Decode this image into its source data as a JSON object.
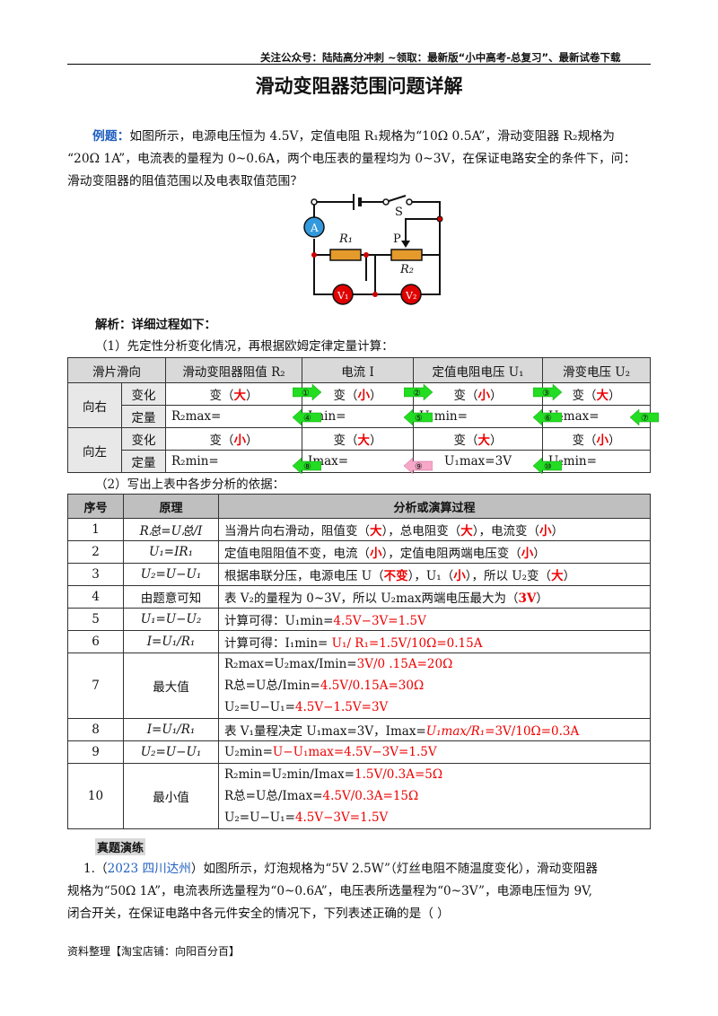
{
  "header": "关注公众号：陆陆高分冲刺  ~领取：最新版“小中高考-总复习”、最新试卷下载",
  "title": "滑动变阻器范围问题详解",
  "example": {
    "label": "例题：",
    "line1": "如图所示，电源电压恒为 4.5V，定值电阻 R₁规格为“10Ω  0.5A”，滑动变阻器 R₂规格为",
    "line2": "“20Ω  1A”，电流表的量程为 0~0.6A，两个电压表的量程均为 0~3V，在保证电路安全的条件下，问：",
    "line3": "滑动变阻器的阻值范围以及电表取值范围？"
  },
  "circuit": {
    "s": "S",
    "a": "A",
    "r1": "R₁",
    "p": "P",
    "r2": "R₂",
    "v1": "V₁",
    "v2": "V₂"
  },
  "analysis": {
    "label": "解析：详细过程如下：",
    "step1": "（1）先定性分析变化情况，再根据欧姆定律定量计算：",
    "step2": "（2）写出上表中各步分析的依据："
  },
  "table1": {
    "headers": [
      "滑片滑向",
      "滑动变阻器阻值 R₂",
      "电流 I",
      "定值电阻电压 U₁",
      "滑变电压 U₂"
    ],
    "right": "向右",
    "left": "向左",
    "change": "变化",
    "fixed": "定量",
    "bian": "变（",
    "close": "）",
    "big": "大",
    "small": "小",
    "r2max": "R₂max=",
    "imin": "Imin=",
    "u1min": "U₁min=",
    "u2max": "U₂max=",
    "r2min": "R₂min=",
    "imax": "Imax=",
    "u1max": "U₁max=3V",
    "u2min": "U₂min=",
    "arrows": [
      "①",
      "②",
      "③",
      "④",
      "⑤",
      "⑥",
      "⑦",
      "⑧",
      "⑨",
      "⑩"
    ]
  },
  "table2": {
    "headers": [
      "序号",
      "原理",
      "分析或演算过程"
    ],
    "rows": [
      {
        "no": "1",
        "principle": "R总=U总/I",
        "text1": "当滑片向右滑动，阻值变（",
        "r1": "大",
        "text2": "），总电阻变（",
        "r2": "大",
        "text3": "），电流变（",
        "r3": "小",
        "text4": "）"
      },
      {
        "no": "2",
        "principle": "U₁=IR₁",
        "text1": "定值电阻阻值不变，电流（",
        "r1": "小",
        "text2": "），定值电阻两端电压变（",
        "r2": "小",
        "text3": "）"
      },
      {
        "no": "3",
        "principle": "U₂=U−U₁",
        "text1": "根据串联分压，电源电压 U（",
        "r1": "不变",
        "text2": "），U₁（",
        "r2": "小",
        "text3": "），所以 U₂变（",
        "r3": "大",
        "text4": "）"
      },
      {
        "no": "4",
        "principle": "由题意可知",
        "text1": "表 V₂的量程为 0~3V，所以 U₂max两端电压最大为（",
        "r1": "3V",
        "text2": "）"
      },
      {
        "no": "5",
        "principle": "U₁=U−U₂",
        "text1": "计算可得：U₁min=",
        "r1": "4.5V−3V=1.5V"
      },
      {
        "no": "6",
        "principle": "I=U₁/R₁",
        "text1": "计算可得：I₁min= ",
        "r1": "U₁/ R₁=1.5V/10Ω=0.15A"
      },
      {
        "no": "7",
        "principle": "最大值",
        "lines": [
          {
            "a": "R₂max=U₂max/Imin=",
            "b": "3V/0  .15A=20Ω"
          },
          {
            "a": "R总=U总/Imin=",
            "b": "4.5V/0.15A=30Ω"
          },
          {
            "a": "U₂=U−U₁=",
            "b": "4.5V−1.5V=3V"
          }
        ]
      },
      {
        "no": "8",
        "principle": "I=U₁/R₁",
        "text1": "表 V₁量程决定 U₁max=3V，Imax=",
        "r1": "U₁max/R₁",
        "text2": "=3V/10Ω=0.3A"
      },
      {
        "no": "9",
        "principle": "U₂=U−U₁",
        "text1": "U₂min=",
        "r1": "U−U₁max=4.5V−3V=1.5V"
      },
      {
        "no": "10",
        "principle": "最小值",
        "lines": [
          {
            "a": "R₂min=U₂min/Imax=",
            "b": "1.5V/0.3A=5Ω"
          },
          {
            "a": "R总=U总/Imax=",
            "b": "4.5V/0.3A=15Ω"
          },
          {
            "a": "U₂=U−U₁=",
            "b": "4.5V−3V=1.5V"
          }
        ]
      }
    ]
  },
  "practice": {
    "label": "真题演练",
    "q1a": "1.（",
    "q1src": "2023 四川达州",
    "q1b": "）如图所示，灯泡规格为“5V  2.5W”（灯丝电阻不随温度变化），滑动变阻器",
    "q1c": "规格为“50Ω  1A”，电流表所选量程为“0~0.6A”，电压表所选量程为“0~3V”，电源电压恒为 9V,",
    "q1d": "闭合开关，在保证电路中各元件安全的情况下，下列表述正确的是（      ）"
  },
  "footer": "资料整理【淘宝店铺：向阳百分百】",
  "colors": {
    "red": "#e00000",
    "blue": "#1f5fbf",
    "arrow_green": "#22dd22",
    "arrow_pink": "#f7a8c8",
    "resistor": "#e59a2c",
    "meter": "#e00000",
    "ammeter": "#3399dd"
  }
}
